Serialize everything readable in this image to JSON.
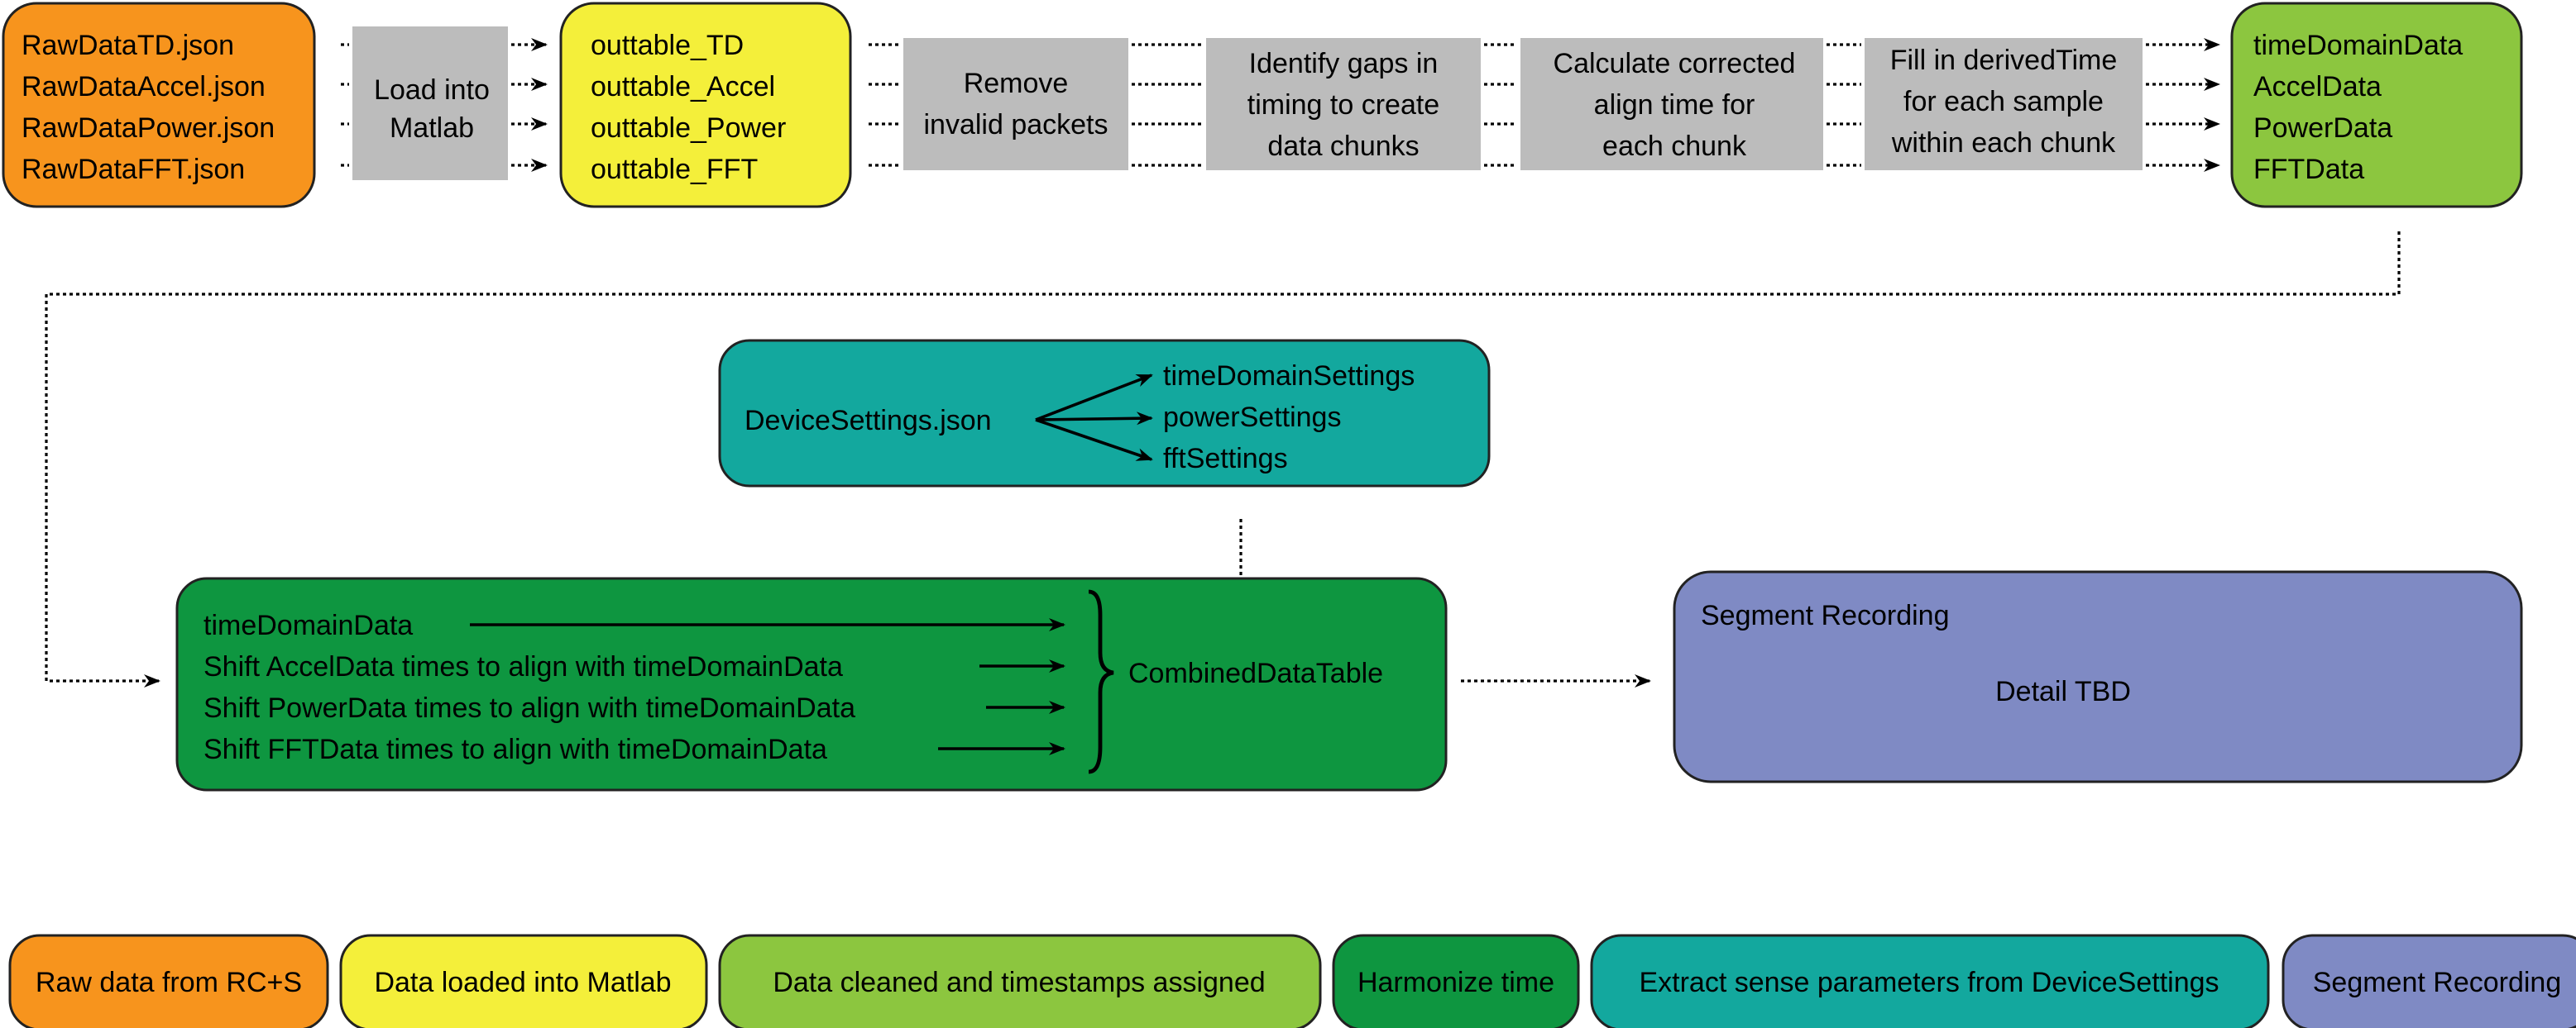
{
  "colors": {
    "raw": "#f7941d",
    "loaded": "#f4ef3a",
    "cleaned": "#8cc63f",
    "harmonize": "#0e9640",
    "extract": "#13a89e",
    "segment": "#7f8ac4",
    "process": "#bcbcbc"
  },
  "raw_files": [
    "RawDataTD.json",
    "RawDataAccel.json",
    "RawDataPower.json",
    "RawDataFFT.json"
  ],
  "load_step": [
    "Load into",
    "Matlab"
  ],
  "outtables": [
    "outtable_TD",
    "outtable_Accel",
    "outtable_Power",
    "outtable_FFT"
  ],
  "steps": {
    "remove": [
      "Remove",
      "invalid packets"
    ],
    "gaps": [
      "Identify gaps in",
      "timing to create",
      "data chunks"
    ],
    "align": [
      "Calculate corrected",
      "align time for",
      "each chunk"
    ],
    "fill": [
      "Fill in derivedTime",
      "for each sample",
      "within each chunk"
    ]
  },
  "outputs": [
    "timeDomainData",
    "AccelData",
    "PowerData",
    "FFTData"
  ],
  "device": {
    "source": "DeviceSettings.json",
    "settings": [
      "timeDomainSettings",
      "powerSettings",
      "fftSettings"
    ]
  },
  "harmonize_rows": [
    "timeDomainData",
    "Shift AccelData times to align with timeDomainData",
    "Shift PowerData times to align with timeDomainData",
    "Shift FFTData times to align with timeDomainData"
  ],
  "combined": "CombinedDataTable",
  "segment": {
    "title": "Segment Recording",
    "detail": "Detail TBD"
  },
  "legend": [
    "Raw data from RC+S",
    "Data loaded into Matlab",
    "Data cleaned and timestamps assigned",
    "Harmonize time",
    "Extract sense parameters from DeviceSettings",
    "Segment Recording"
  ]
}
